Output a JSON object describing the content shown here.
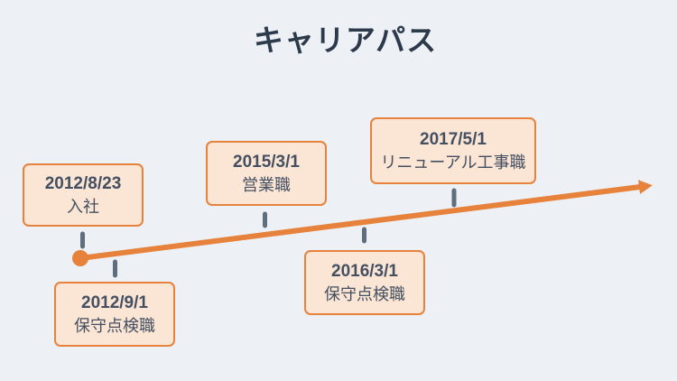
{
  "title": "キャリアパス",
  "colors": {
    "background": "#edf1f5",
    "accent": "#e6823c",
    "box_fill": "#fbe5d4",
    "box_border": "#e6823c",
    "connector": "#5f6e7f",
    "title_text": "#2d3a4b",
    "box_text": "#445062"
  },
  "timeline": {
    "milestones": [
      {
        "date": "2012/8/23",
        "label": "入社",
        "position": "above"
      },
      {
        "date": "2012/9/1",
        "label": "保守点検職",
        "position": "below"
      },
      {
        "date": "2015/3/1",
        "label": "営業職",
        "position": "above"
      },
      {
        "date": "2016/3/1",
        "label": "保守点検職",
        "position": "below"
      },
      {
        "date": "2017/5/1",
        "label": "リニューアル工事職",
        "position": "above"
      }
    ]
  }
}
